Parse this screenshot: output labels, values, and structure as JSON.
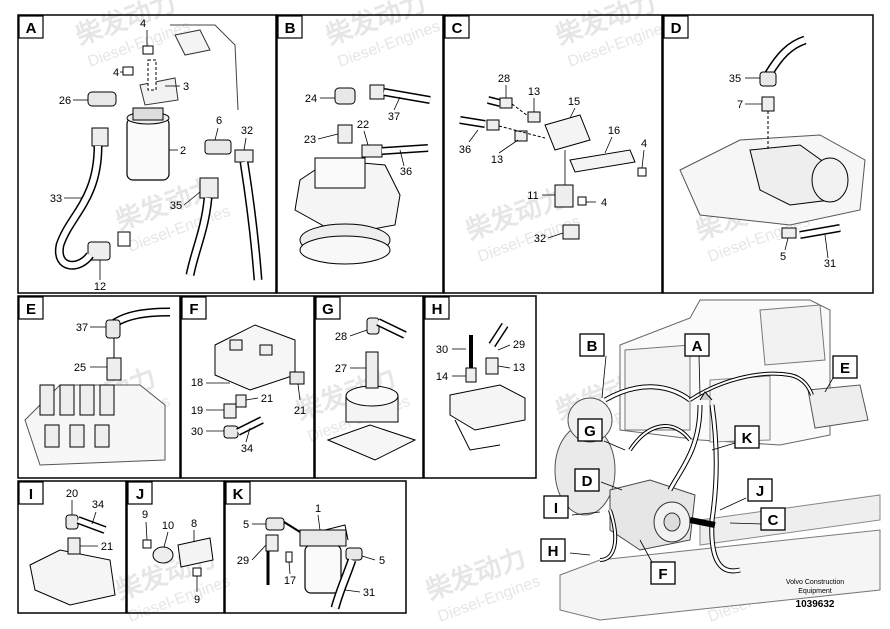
{
  "watermark": {
    "cn": "柴发动力",
    "en": "Diesel-Engines"
  },
  "panels": {
    "A": {
      "letter": "A",
      "labels": {
        "4a": "4",
        "4b": "4",
        "3": "3",
        "26": "26",
        "2": "2",
        "6": "6",
        "32": "32",
        "33": "33",
        "35": "35",
        "12": "12"
      }
    },
    "B": {
      "letter": "B",
      "labels": {
        "24": "24",
        "37": "37",
        "23": "23",
        "22": "22",
        "36": "36"
      }
    },
    "C": {
      "letter": "C",
      "labels": {
        "28": "28",
        "13a": "13",
        "15": "15",
        "16": "16",
        "36": "36",
        "13b": "13",
        "4a": "4",
        "11": "11",
        "4b": "4",
        "32": "32"
      }
    },
    "D": {
      "letter": "D",
      "labels": {
        "35": "35",
        "7": "7",
        "5": "5",
        "31": "31"
      }
    },
    "E": {
      "letter": "E",
      "labels": {
        "37": "37",
        "25": "25"
      }
    },
    "F": {
      "letter": "F",
      "labels": {
        "18": "18",
        "21a": "21",
        "19": "19",
        "21b": "21",
        "30": "30",
        "34": "34"
      }
    },
    "G": {
      "letter": "G",
      "labels": {
        "28": "28",
        "27": "27"
      }
    },
    "H": {
      "letter": "H",
      "labels": {
        "30": "30",
        "29": "29",
        "14": "14",
        "13": "13"
      }
    },
    "I": {
      "letter": "I",
      "labels": {
        "20": "20",
        "34": "34",
        "21": "21"
      }
    },
    "J": {
      "letter": "J",
      "labels": {
        "9a": "9",
        "10": "10",
        "8": "8",
        "9b": "9"
      }
    },
    "K": {
      "letter": "K",
      "labels": {
        "5a": "5",
        "1": "1",
        "29": "29",
        "17": "17",
        "5b": "5",
        "31": "31"
      }
    }
  },
  "overview_callouts": [
    "B",
    "A",
    "E",
    "G",
    "K",
    "D",
    "J",
    "I",
    "C",
    "H",
    "F"
  ],
  "footer": {
    "line1": "Volvo Construction",
    "line2": "Equipment",
    "number": "1039632"
  }
}
